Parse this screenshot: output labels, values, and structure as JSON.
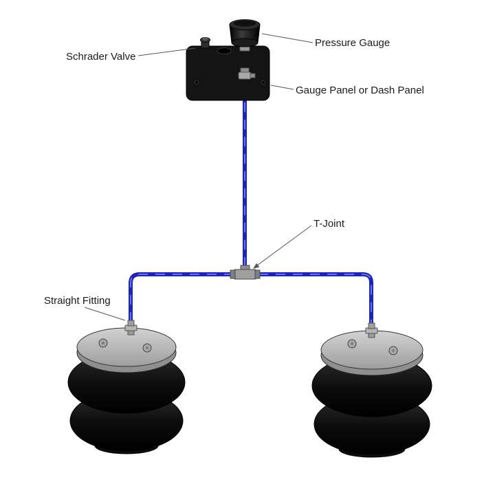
{
  "diagram": {
    "background": "#ffffff",
    "labels": {
      "schrader_valve": "Schrader Valve",
      "pressure_gauge": "Pressure Gauge",
      "gauge_panel": "Gauge Panel or Dash Panel",
      "t_joint": "T-Joint",
      "straight_fitting": "Straight Fitting"
    },
    "colors": {
      "air_line_blue": "#1d24b8",
      "air_line_highlight": "#6d7dff",
      "panel_black": "#141414",
      "bag_plate_gray": "#b9b9b9",
      "bag_black": "#0c0c0c",
      "fitting_gray": "#9f9f9f",
      "label_text": "#1a1a1a",
      "leader_line": "#555555"
    }
  }
}
